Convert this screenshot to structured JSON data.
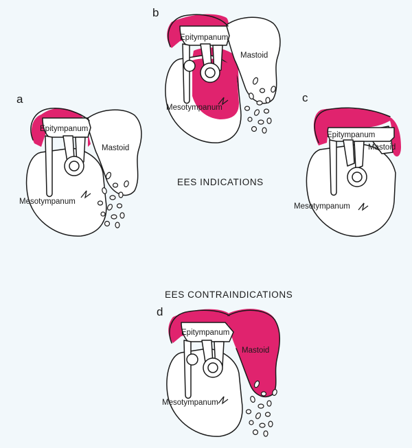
{
  "colors": {
    "background": "#f2f8fb",
    "disease": "#e0236e",
    "outline": "#1a1a1a"
  },
  "headings": {
    "indications": "EES  INDICATIONS",
    "contraindications": "EES  CONTRAINDICATIONS"
  },
  "panels": {
    "a": {
      "letter": "a",
      "epitympanum": "Epitympanum",
      "mastoid": "Mastoid",
      "mesotympanum": "Mesotympanum"
    },
    "b": {
      "letter": "b",
      "epitympanum": "Epitympanum",
      "mastoid": "Mastoid",
      "mesotympanum": "Mesotympanum"
    },
    "c": {
      "letter": "c",
      "epitympanum": "Epitympanum",
      "mastoid": "Mastoid",
      "mesotympanum": "Mesotympanum"
    },
    "d": {
      "letter": "d",
      "epitympanum": "Epitympanum",
      "mastoid": "Mastoid",
      "mesotympanum": "Mesotympanum"
    }
  }
}
